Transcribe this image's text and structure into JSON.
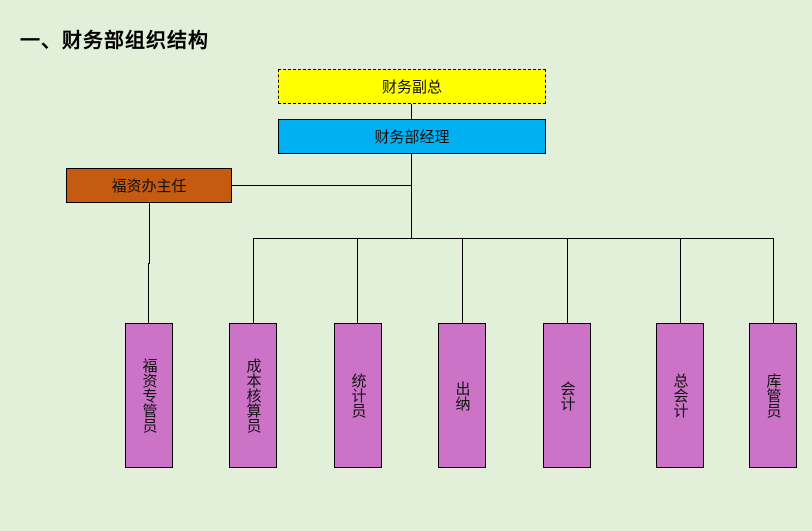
{
  "title": "一、财务部组织结构",
  "colors": {
    "background": "#e2efd9",
    "vice_president": "#ffff00",
    "manager": "#00b0f0",
    "welfare_director": "#c55a11",
    "staff": "#cc73c8"
  },
  "org": {
    "vice_president": "财务副总",
    "manager": "财务部经理",
    "welfare_director": "福资办主任",
    "welfare_staff": "福资专管员",
    "staff": [
      "成本核算员",
      "统计员",
      "出纳",
      "会计",
      "总会计",
      "库管员"
    ]
  }
}
